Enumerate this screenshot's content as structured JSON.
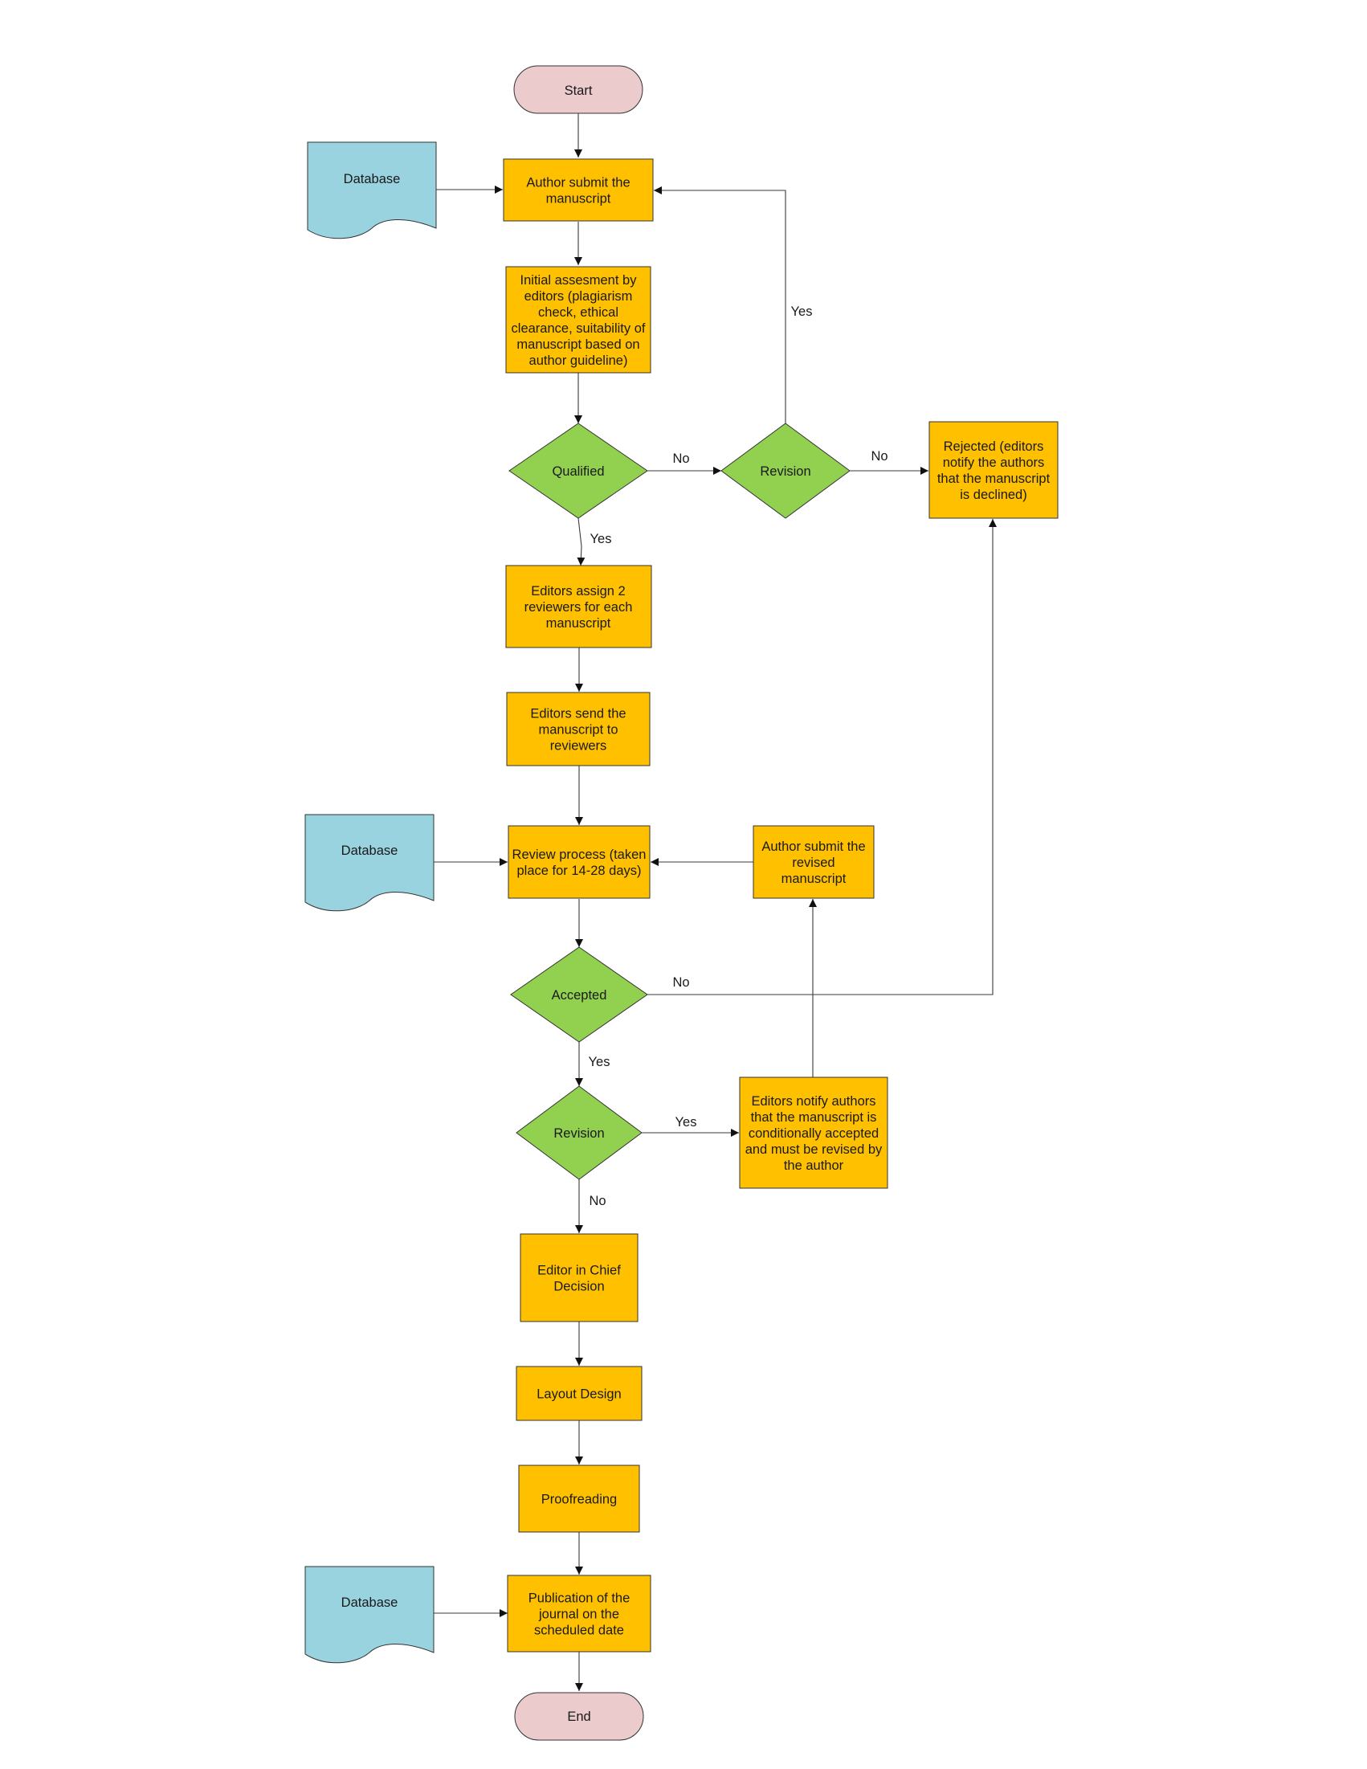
{
  "colors": {
    "process": "#FFC000",
    "decision": "#92D050",
    "terminal": "#EBCBCB",
    "database": "#98D3DF",
    "stroke": "#333333",
    "line": "#3a3a3a",
    "background": "#FFFFFF"
  },
  "nodes": {
    "start": "Start",
    "submit": "Author submit the manuscript",
    "initial": "Initial assesment by editors (plagiarism check, ethical clearance, suitability of manuscript based on author guideline)",
    "qualified": "Qualified",
    "revision_top": "Revision",
    "rejected": "Rejected (editors notify the authors that the manuscript is declined)",
    "assign": "Editors assign 2 reviewers for each manuscript",
    "send": "Editors send the manuscript to reviewers",
    "review": "Review process (taken place for 14-28 days)",
    "resubmit": "Author submit the revised manuscript",
    "accepted": "Accepted",
    "revision_bottom": "Revision",
    "notify": "Editors notify authors that the manuscript is conditionally accepted and must be revised by the author",
    "chief": "Editor in Chief Decision",
    "layout": "Layout Design",
    "proof": "Proofreading",
    "publication": "Publication of the journal on the scheduled date",
    "end": "End",
    "db1": "Database",
    "db2": "Database",
    "db3": "Database"
  },
  "edge_labels": {
    "qualified_no": "No",
    "qualified_yes": "Yes",
    "revision_top_yes": "Yes",
    "revision_top_no": "No",
    "accepted_no": "No",
    "accepted_yes": "Yes",
    "revision_bottom_yes": "Yes",
    "revision_bottom_no": "No"
  }
}
